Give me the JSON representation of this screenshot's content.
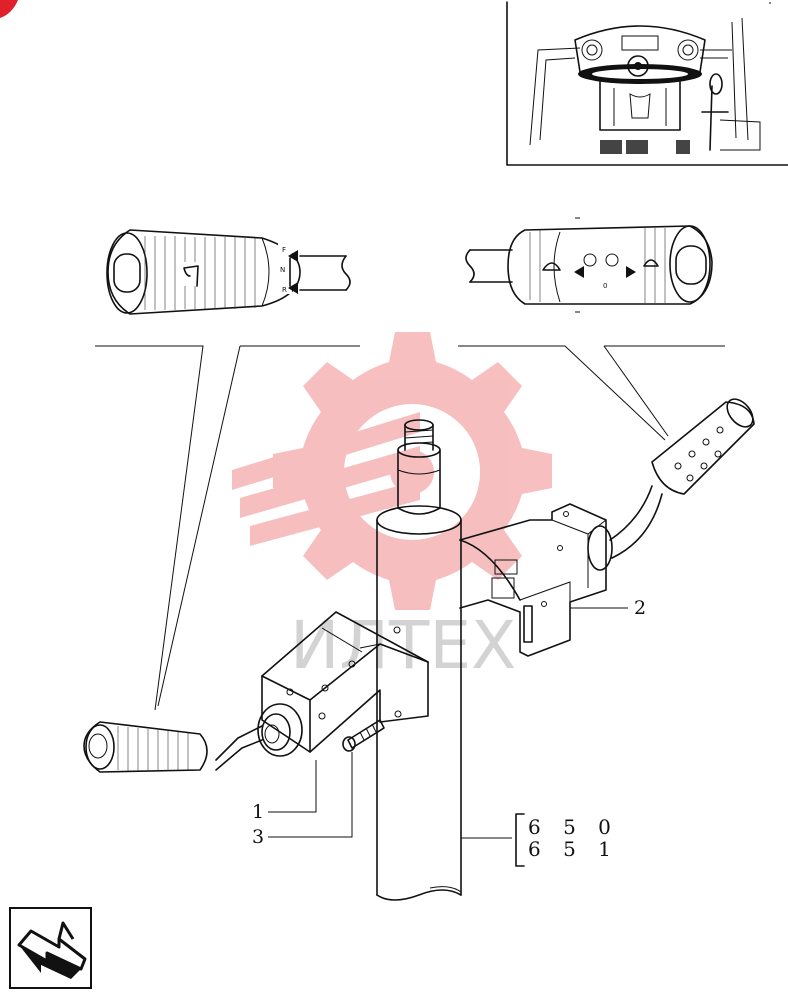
{
  "watermark": {
    "text": "ИЛТЕХ",
    "color": "#f08080"
  },
  "callouts": [
    {
      "id": "1",
      "label": "1"
    },
    {
      "id": "2",
      "label": "2"
    },
    {
      "id": "3",
      "label": "3"
    }
  ],
  "reference_box": {
    "line1": "6 5 0",
    "line2": "6 5 1"
  },
  "left_knob_marks": {
    "forward": "F",
    "neutral": "N",
    "reverse": "R"
  },
  "right_knob_marks": {
    "zero": "0"
  },
  "accent_color": "#e0202a",
  "nav_icon": "return-arrow-icon"
}
